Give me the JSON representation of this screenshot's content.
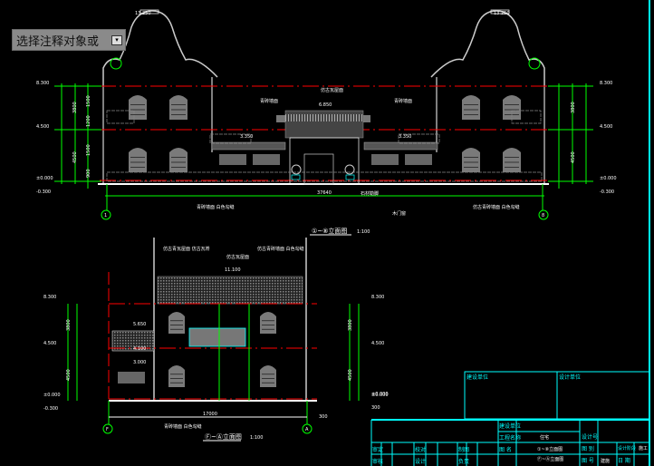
{
  "prompt": {
    "text": "选择注释对象或",
    "button_icon": "dropdown-arrow-icon"
  },
  "colors": {
    "background": "#000000",
    "dimension": "#00ff00",
    "axis_line": "#ff0000",
    "wall": "#ffffff",
    "fill": "#808080",
    "frame": "#00ffff"
  },
  "front_elevation": {
    "title": "①~⑧立面图",
    "scale": "1:100",
    "axis_left": "1",
    "axis_right": "8",
    "ridge_levels": [
      "13.250",
      "13.250"
    ],
    "levels": [
      "8.300",
      "4.500",
      "±0.000",
      "-0.300"
    ],
    "dims_total": [
      "3800",
      "4500"
    ],
    "dims_parts": [
      "1500",
      "1200",
      "900",
      "1500",
      "1200",
      "900",
      "300"
    ],
    "overall_width": "37640",
    "gate_level": "6.850",
    "side_levels": [
      "3.350",
      "3.350"
    ],
    "notes": [
      "青砖墙面",
      "仿古瓦屋面",
      "石材勒脚",
      "木门窗",
      "青砖墙面 白色勾缝",
      "仿古青砖墙面 白色勾缝"
    ]
  },
  "side_elevation": {
    "title": "Ⓕ~Ⓐ立面图",
    "scale": "1:100",
    "axis_left": "F",
    "axis_right": "A",
    "levels": [
      "8.300",
      "4.500",
      "±0.000",
      "-0.300"
    ],
    "roof_level": "11.100",
    "porch_levels": [
      "5.650",
      "4.100",
      "3.000"
    ],
    "dims_total": [
      "3800",
      "4500"
    ],
    "overall_width": "17000",
    "step": "300",
    "notes": [
      "仿古青瓦屋面 仿古瓦脊",
      "仿古瓦屋面",
      "仿古青砖墙面 白色勾缝",
      "青砖墙面 白色勾缝"
    ]
  },
  "title_block": {
    "box1": "建设单位",
    "box2": "设计单位",
    "left_level": "±0.000",
    "left_dim": "300",
    "row_labels": [
      "建设单位",
      "工程名称",
      "图  名"
    ],
    "project": "住宅",
    "drawing_names": [
      "①~⑧立面图",
      "Ⓕ~Ⓐ立面图"
    ],
    "design_no_label": "设计号",
    "category_label": "图  别",
    "category": "建施",
    "number_label": "图  号",
    "date_label": "日  期",
    "stage_label": "设计阶段",
    "stage": "施工",
    "signatures": [
      "审定",
      "审核",
      "校对",
      "设计",
      "制图",
      "负责"
    ]
  }
}
